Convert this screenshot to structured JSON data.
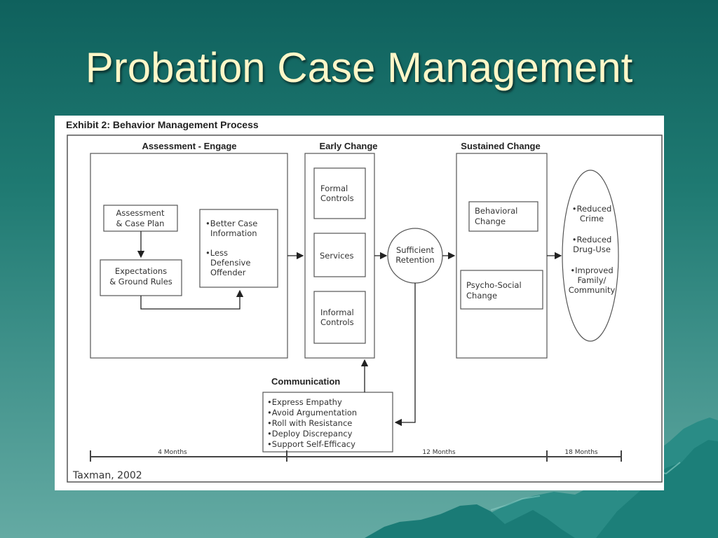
{
  "slide": {
    "title": "Probation Case Management"
  },
  "exhibit": {
    "title": "Exhibit 2:  Behavior Management Process",
    "citation": "Taxman, 2002",
    "headers": {
      "assessment": "Assessment - Engage",
      "early_change": "Early Change",
      "sustained_change": "Sustained Change",
      "communication": "Communication"
    },
    "assessment_box": {
      "line1": "Assessment",
      "line2": "& Case Plan"
    },
    "expectations_box": {
      "line1": "Expectations",
      "line2": "& Ground Rules"
    },
    "better_info": {
      "line1": "•Better Case",
      "line2": "Information",
      "line3": "•Less",
      "line4": "Defensive",
      "line5": "Offender"
    },
    "early_items": {
      "formal": {
        "line1": "Formal",
        "line2": "Controls"
      },
      "services": "Services",
      "informal": {
        "line1": "Informal",
        "line2": "Controls"
      }
    },
    "retention": {
      "line1": "Sufficient",
      "line2": "Retention"
    },
    "sustained_items": {
      "behavioral": {
        "line1": "Behavioral",
        "line2": "Change"
      },
      "psycho": {
        "line1": "Psycho-Social",
        "line2": "Change"
      }
    },
    "outcomes": {
      "o1a": "•Reduced",
      "o1b": "Crime",
      "o2a": "•Reduced",
      "o2b": "Drug-Use",
      "o3a": "•Improved",
      "o3b": "Family/",
      "o3c": "Community"
    },
    "communication_items": [
      "•Express Empathy",
      "•Avoid Argumentation",
      "•Roll with Resistance",
      "•Deploy Discrepancy",
      "•Support Self-Efficacy"
    ],
    "timeline": {
      "t1": "4 Months",
      "t2": "12 Months",
      "t3": "18 Months"
    }
  },
  "colors": {
    "title": "#fff7c8",
    "background": "#1f7a72"
  }
}
